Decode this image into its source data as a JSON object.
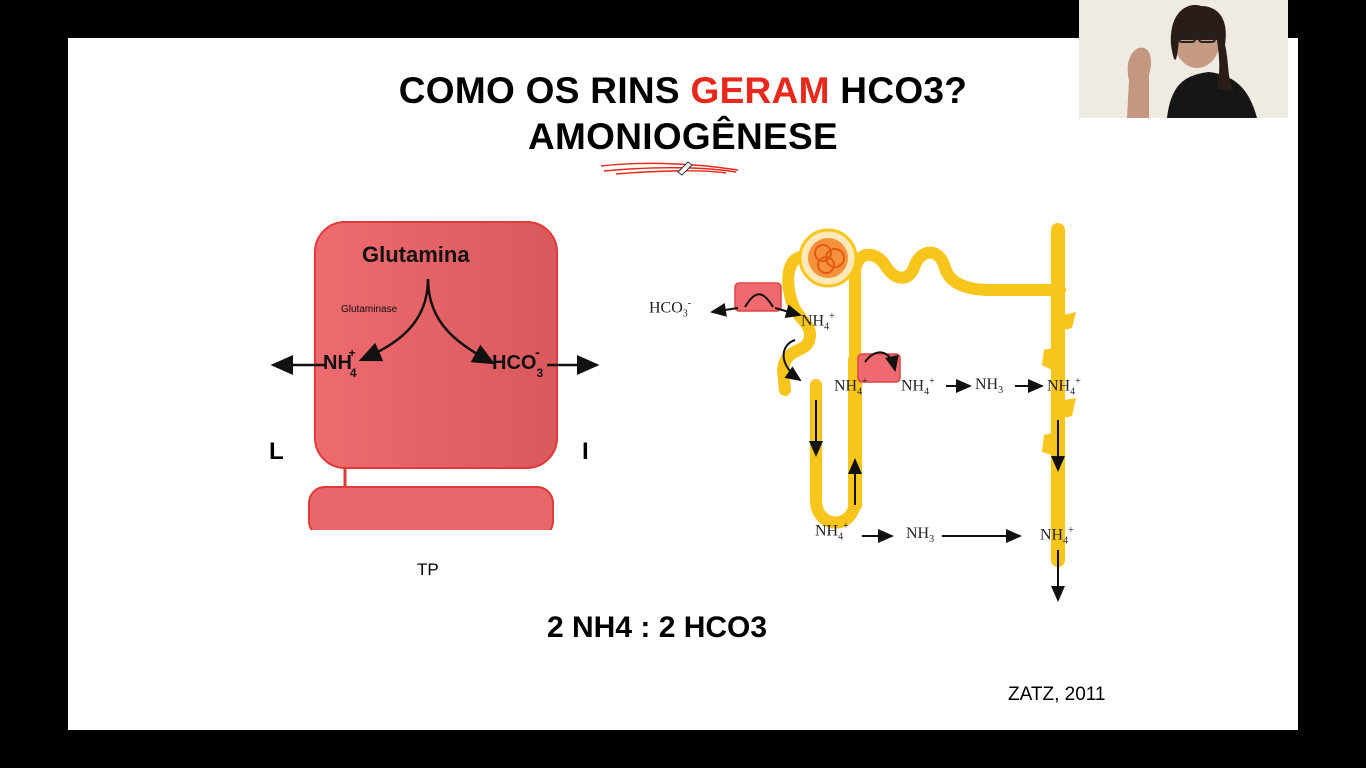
{
  "slide": {
    "title_part1": "COMO OS RINS ",
    "title_accent": "GERAM",
    "title_part2": " HCO3?",
    "subtitle": "AMONIOGÊNESE",
    "accent_color": "#e8281b"
  },
  "cell_diagram": {
    "substrate": "Glutamina",
    "enzyme": "Glutaminase",
    "product_left": "NH",
    "product_left_sub": "4",
    "product_left_sup": "+",
    "product_right": "HCO",
    "product_right_sub": "3",
    "product_right_sup": "-",
    "side_left": "L",
    "side_right": "I",
    "caption": "TP",
    "cell_color": "#e8646a"
  },
  "nephron_diagram": {
    "hco3": "HCO",
    "hco3_sub": "3",
    "hco3_sup": "-",
    "nh4_a": "NH",
    "nh4_a_sub": "4",
    "nh4_a_sup": "+",
    "nh4_b": "NH",
    "nh4_b_sub": "4",
    "nh4_b_sup": "+",
    "nh4_c": "NH",
    "nh4_c_sub": "4",
    "nh4_c_sup": "+",
    "nh3_a": "NH",
    "nh3_a_sub": "3",
    "nh4_d": "NH",
    "nh4_d_sub": "4",
    "nh4_d_sup": "+",
    "nh4_e": "NH",
    "nh4_e_sub": "4",
    "nh4_e_sup": "+",
    "nh3_b": "NH",
    "nh3_b_sub": "3",
    "nh4_f": "NH",
    "nh4_f_sub": "4",
    "nh4_f_sup": "+",
    "tubule_color": "#f7c51c"
  },
  "formula": "2 NH4 : 2 HCO3",
  "reference": "ZATZ, 2011"
}
